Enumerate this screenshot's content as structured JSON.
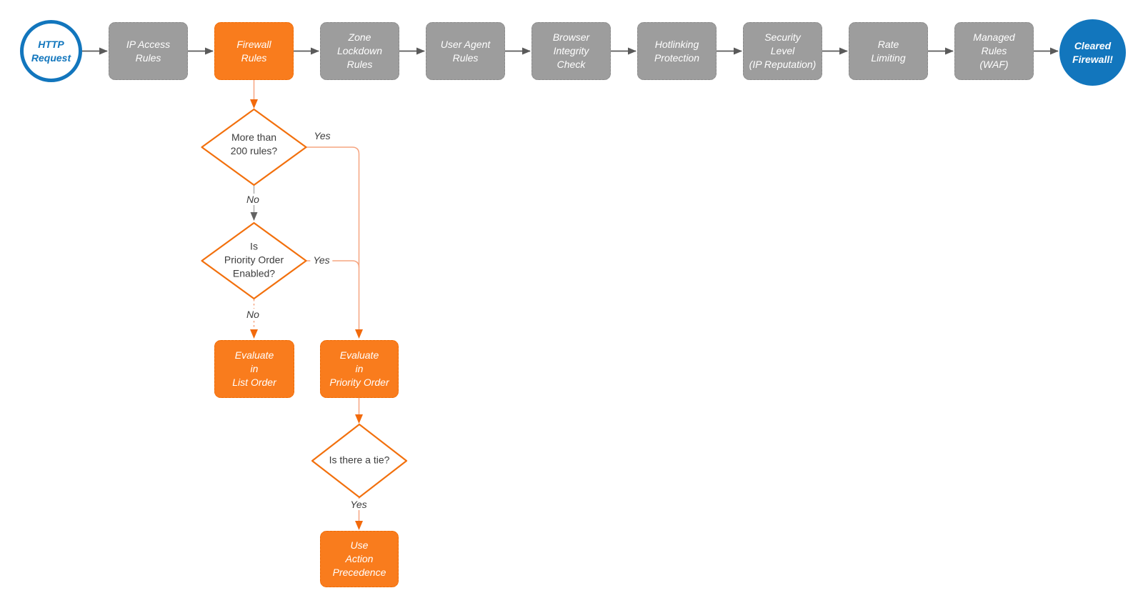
{
  "colors": {
    "stage_gray": "#9d9d9d",
    "accent_orange": "#f97c1d",
    "brand_blue": "#1276bd",
    "connector_dark": "#5a5a5a",
    "connector_salmon": "#f6a580",
    "arrowhead_orange": "#f26a0c",
    "diamond_stroke": "#f2700d"
  },
  "pipeline": {
    "start": {
      "label": "HTTP\nRequest"
    },
    "stages": [
      {
        "label": "IP Access\nRules"
      },
      {
        "label": "Firewall\nRules"
      },
      {
        "label": "Zone\nLockdown\nRules"
      },
      {
        "label": "User Agent\nRules"
      },
      {
        "label": "Browser\nIntegrity\nCheck"
      },
      {
        "label": "Hotlinking\nProtection"
      },
      {
        "label": "Security\nLevel\n(IP Reputation)"
      },
      {
        "label": "Rate\nLimiting"
      },
      {
        "label": "Managed\nRules\n(WAF)"
      }
    ],
    "end": {
      "label": "Cleared\nFirewall!"
    }
  },
  "firewall_rules_flow": {
    "decision_rule_count": {
      "question": "More than\n200 rules?",
      "yes_label": "Yes",
      "no_label": "No"
    },
    "decision_priority_order": {
      "question": "Is\nPriority Order\nEnabled?",
      "yes_label": "Yes",
      "no_label": "No"
    },
    "decision_tie": {
      "question": "Is there a tie?",
      "yes_label": "Yes"
    },
    "action_list_order": {
      "label": "Evaluate\nin\nList Order"
    },
    "action_priority_order": {
      "label": "Evaluate\nin\nPriority Order"
    },
    "action_precedence": {
      "label": "Use\nAction\nPrecedence"
    }
  }
}
